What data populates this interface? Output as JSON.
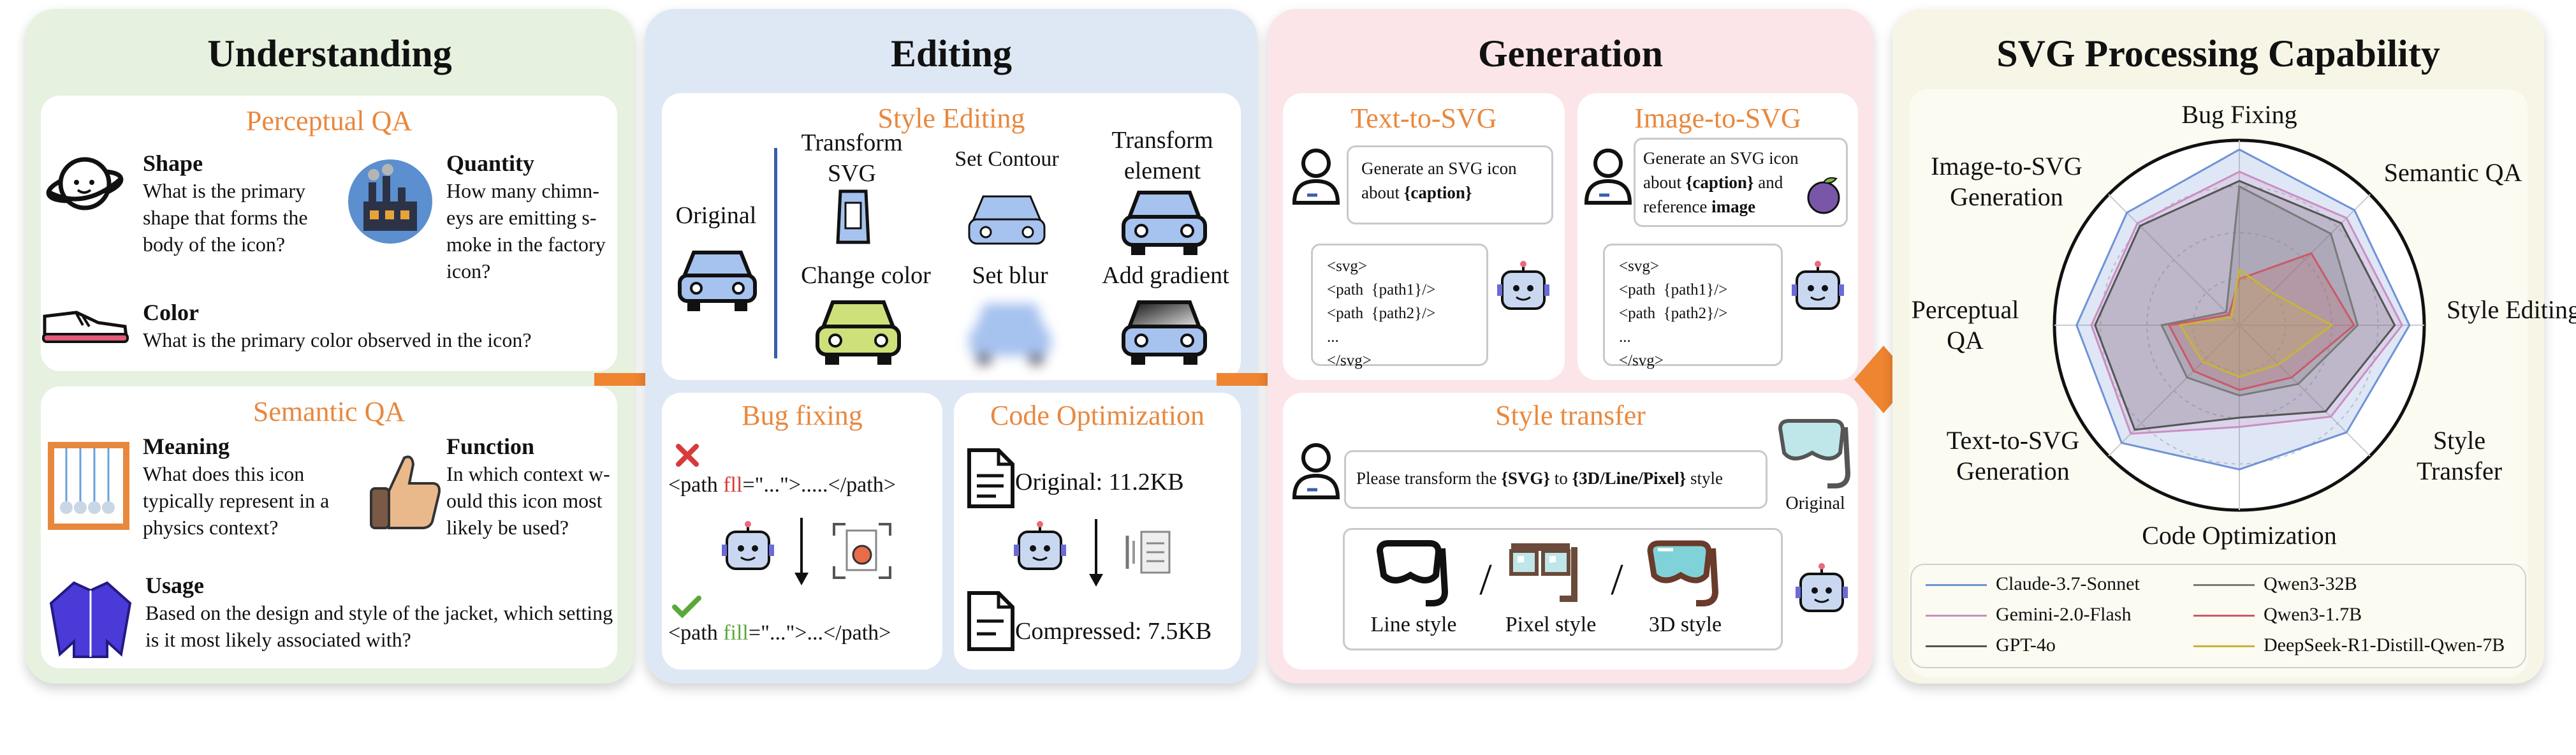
{
  "understanding": {
    "title": "Understanding",
    "perceptual": {
      "title": "Perceptual QA",
      "shape": {
        "label": "Shape",
        "question": "What is the primary shape that forms the body of the icon?"
      },
      "quantity": {
        "label": "Quantity",
        "question": "How many chimn-eys are emitting s-moke in the factory icon?"
      },
      "color": {
        "label": "Color",
        "question": "What is the primary color observed in the icon?"
      }
    },
    "semantic": {
      "title": "Semantic QA",
      "meaning": {
        "label": "Meaning",
        "question": "What does this icon typically represent in a physics context?"
      },
      "function": {
        "label": "Function",
        "question": "In which context w-ould this icon most likely be used?"
      },
      "usage": {
        "label": "Usage",
        "question": "Based on the design and style of the jacket, which setting is it most likely associated with?"
      }
    }
  },
  "editing": {
    "title": "Editing",
    "style": {
      "title": "Style Editing",
      "original": "Original",
      "transform_svg": "Transform SVG",
      "set_contour": "Set Contour",
      "transform_element": "Transform element",
      "change_color": "Change color",
      "set_blur": "Set blur",
      "add_gradient": "Add gradient"
    },
    "bug": {
      "title": "Bug fixing",
      "wrong_prefix": "<path ",
      "wrong_attr": "fll",
      "wrong_suffix": "=\"...\">.....</path>",
      "right_prefix": "<path ",
      "right_attr": "fill",
      "right_suffix": "=\"...\">...</path>"
    },
    "opt": {
      "title": "Code Optimization",
      "original": "Original: 11.2KB",
      "compressed": "Compressed: 7.5KB"
    }
  },
  "generation": {
    "title": "Generation",
    "text2svg": {
      "title": "Text-to-SVG",
      "prompt_pre": "Generate an SVG icon about ",
      "prompt_caption": "{caption}",
      "code": "<svg>\n<path  {path1}/>\n<path  {path2}/>\n...\n</svg>"
    },
    "image2svg": {
      "title": "Image-to-SVG",
      "prompt_pre": "Generate an SVG icon about ",
      "prompt_caption": "{caption}",
      "prompt_mid": " and reference ",
      "prompt_image": "image",
      "code": "<svg>\n<path  {path1}/>\n<path  {path2}/>\n...\n</svg>"
    },
    "transfer": {
      "title": "Style transfer",
      "prompt_pre": "Please transform the ",
      "prompt_svg": "{SVG}",
      "prompt_mid": " to ",
      "prompt_styles": "{3D/Line/Pixel}",
      "prompt_post": " style",
      "original": "Original",
      "line": "Line style",
      "pixel": "Pixel style",
      "three_d": "3D style",
      "sep": "/"
    }
  },
  "capability": {
    "title": "SVG Processing Capability"
  },
  "chart_data": {
    "type": "radar",
    "axes": [
      "Bug Fixing",
      "Semantic QA",
      "Style Editing",
      "Style Transfer",
      "Code Optimization",
      "Text-to-SVG Generation",
      "Perceptual QA",
      "Image-to-SVG Generation"
    ],
    "range": [
      0,
      1
    ],
    "series": [
      {
        "name": "Claude-3.7-Sonnet",
        "color": "#6f93d6",
        "values": [
          0.95,
          0.88,
          0.92,
          0.82,
          0.78,
          0.9,
          0.88,
          0.86
        ]
      },
      {
        "name": "Gemini-2.0-Flash",
        "color": "#c98fc0",
        "values": [
          0.83,
          0.82,
          0.88,
          0.7,
          0.55,
          0.83,
          0.8,
          0.78
        ]
      },
      {
        "name": "GPT-4o",
        "color": "#555555",
        "values": [
          0.78,
          0.78,
          0.84,
          0.66,
          0.5,
          0.8,
          0.78,
          0.76
        ]
      },
      {
        "name": "Qwen3-32B",
        "color": "#7a7a7a",
        "values": [
          0.75,
          0.7,
          0.64,
          0.45,
          0.38,
          0.4,
          0.42,
          0.1
        ]
      },
      {
        "name": "Qwen3-1.7B",
        "color": "#c95a6a",
        "values": [
          0.25,
          0.55,
          0.62,
          0.4,
          0.35,
          0.35,
          0.38,
          0.08
        ]
      },
      {
        "name": "DeepSeek-R1-Distill-Qwen-7B",
        "color": "#c8b43a",
        "values": [
          0.3,
          0.25,
          0.5,
          0.3,
          0.28,
          0.28,
          0.32,
          0.06
        ]
      }
    ],
    "legend": [
      "Claude-3.7-Sonnet",
      "Gemini-2.0-Flash",
      "GPT-4o",
      "Qwen3-32B",
      "Qwen3-1.7B",
      "DeepSeek-R1-Distill-Qwen-7B"
    ]
  }
}
